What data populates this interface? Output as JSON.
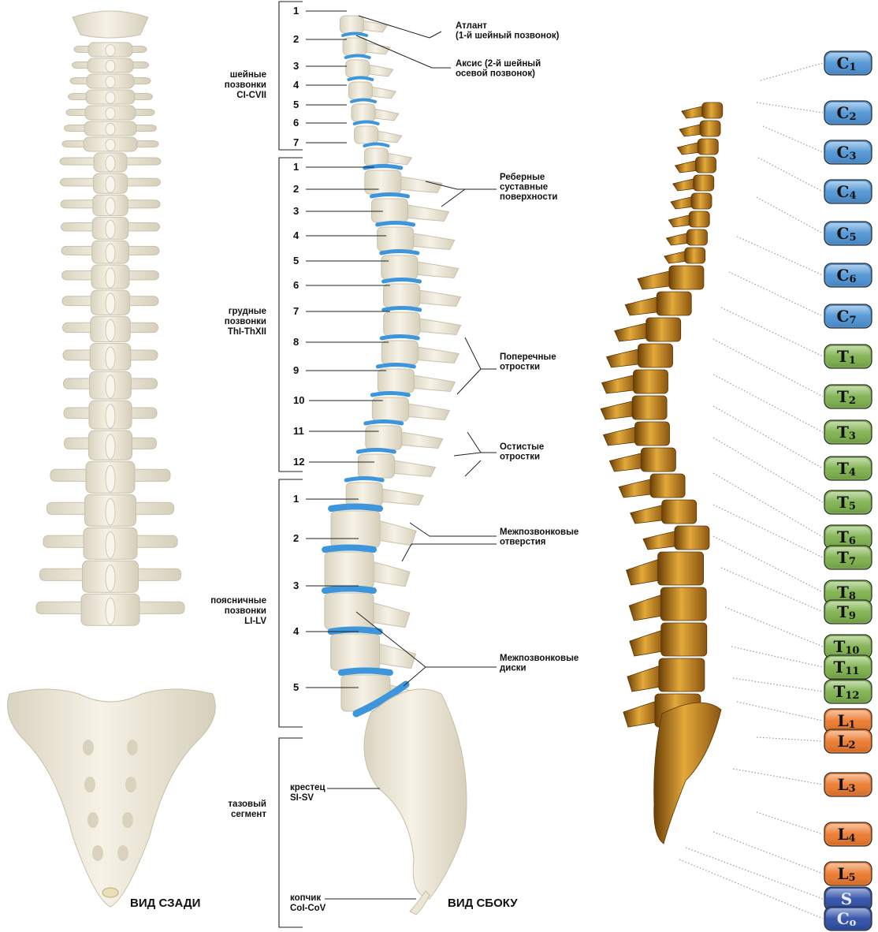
{
  "regions": [
    {
      "name": "cervical",
      "lines": [
        "шейные",
        "позвонки",
        "CI-CVII"
      ],
      "count": 7
    },
    {
      "name": "thoracic",
      "lines": [
        "грудные",
        "позвонки",
        "ThI-ThXII"
      ],
      "count": 12
    },
    {
      "name": "lumbar",
      "lines": [
        "поясничные",
        "позвонки",
        "LI-LV"
      ],
      "count": 5
    },
    {
      "name": "pelvic",
      "lines": [
        "тазовый",
        "сегмент"
      ]
    }
  ],
  "numbers": {
    "cervical": [
      "1",
      "2",
      "3",
      "4",
      "5",
      "6",
      "7"
    ],
    "thoracic": [
      "1",
      "2",
      "3",
      "4",
      "5",
      "6",
      "7",
      "8",
      "9",
      "10",
      "11",
      "12"
    ],
    "lumbar": [
      "1",
      "2",
      "3",
      "4",
      "5"
    ]
  },
  "annotations": [
    {
      "id": "atlas",
      "lines": [
        "Атлант",
        "(1-й шейный позвонок)"
      ]
    },
    {
      "id": "axis",
      "lines": [
        "Аксис (2-й шейный",
        "осевой позвонок)"
      ]
    },
    {
      "id": "costal",
      "lines": [
        "Реберные",
        "суставные",
        "поверхности"
      ]
    },
    {
      "id": "transverse",
      "lines": [
        "Поперечные",
        "отростки"
      ]
    },
    {
      "id": "spinous",
      "lines": [
        "Остистые",
        "отростки"
      ]
    },
    {
      "id": "foramina",
      "lines": [
        "Межпозвонковые",
        "отверстия"
      ]
    },
    {
      "id": "discs",
      "lines": [
        "Межпозвонковые",
        "диски"
      ]
    }
  ],
  "sacrum": {
    "lines": [
      "крестец",
      "SI-SV"
    ]
  },
  "coccyx": {
    "lines": [
      "копчик",
      "CoI-CoV"
    ]
  },
  "views": {
    "back": "ВИД СЗАДИ",
    "side": "ВИД СБОКУ"
  },
  "badges": [
    {
      "letter": "C",
      "sub": "1",
      "group": "cervical"
    },
    {
      "letter": "C",
      "sub": "2",
      "group": "cervical"
    },
    {
      "letter": "C",
      "sub": "3",
      "group": "cervical"
    },
    {
      "letter": "C",
      "sub": "4",
      "group": "cervical"
    },
    {
      "letter": "C",
      "sub": "5",
      "group": "cervical"
    },
    {
      "letter": "C",
      "sub": "6",
      "group": "cervical"
    },
    {
      "letter": "C",
      "sub": "7",
      "group": "cervical"
    },
    {
      "letter": "T",
      "sub": "1",
      "group": "thoracic"
    },
    {
      "letter": "T",
      "sub": "2",
      "group": "thoracic"
    },
    {
      "letter": "T",
      "sub": "3",
      "group": "thoracic"
    },
    {
      "letter": "T",
      "sub": "4",
      "group": "thoracic"
    },
    {
      "letter": "T",
      "sub": "5",
      "group": "thoracic"
    },
    {
      "letter": "T",
      "sub": "6",
      "group": "thoracic"
    },
    {
      "letter": "T",
      "sub": "7",
      "group": "thoracic"
    },
    {
      "letter": "T",
      "sub": "8",
      "group": "thoracic"
    },
    {
      "letter": "T",
      "sub": "9",
      "group": "thoracic"
    },
    {
      "letter": "T",
      "sub": "10",
      "group": "thoracic"
    },
    {
      "letter": "T",
      "sub": "11",
      "group": "thoracic"
    },
    {
      "letter": "T",
      "sub": "12",
      "group": "thoracic"
    },
    {
      "letter": "L",
      "sub": "1",
      "group": "lumbar"
    },
    {
      "letter": "L",
      "sub": "2",
      "group": "lumbar"
    },
    {
      "letter": "L",
      "sub": "3",
      "group": "lumbar"
    },
    {
      "letter": "L",
      "sub": "4",
      "group": "lumbar"
    },
    {
      "letter": "L",
      "sub": "5",
      "group": "lumbar"
    },
    {
      "letter": "S",
      "sub": "",
      "group": "sacral"
    },
    {
      "letter": "C",
      "sub": "o",
      "group": "coccygeal"
    }
  ],
  "colors": {
    "cervical": "#4f95d6",
    "thoracic": "#7fb24e",
    "lumbar": "#ec7a2e",
    "sacral": "#2f4fa8",
    "coccygeal": "#2f4fa8",
    "bone": "#efeadb",
    "disc": "#3d95dc",
    "gold": "#c98a1e"
  }
}
